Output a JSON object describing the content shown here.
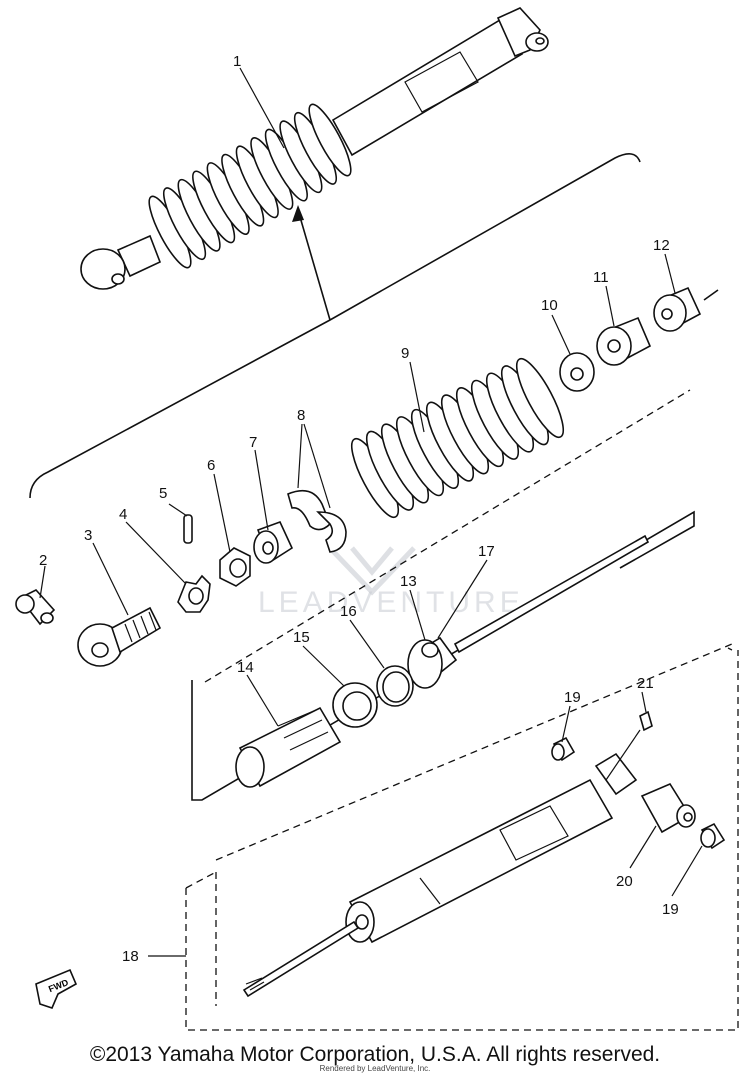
{
  "diagram": {
    "callouts": [
      {
        "id": "1",
        "label": "1"
      },
      {
        "id": "2",
        "label": "2"
      },
      {
        "id": "3",
        "label": "3"
      },
      {
        "id": "4",
        "label": "4"
      },
      {
        "id": "5",
        "label": "5"
      },
      {
        "id": "6",
        "label": "6"
      },
      {
        "id": "7",
        "label": "7"
      },
      {
        "id": "8",
        "label": "8"
      },
      {
        "id": "9",
        "label": "9"
      },
      {
        "id": "10",
        "label": "10"
      },
      {
        "id": "11",
        "label": "11"
      },
      {
        "id": "12",
        "label": "12"
      },
      {
        "id": "13",
        "label": "13"
      },
      {
        "id": "14",
        "label": "14"
      },
      {
        "id": "15",
        "label": "15"
      },
      {
        "id": "16",
        "label": "16"
      },
      {
        "id": "17",
        "label": "17"
      },
      {
        "id": "18",
        "label": "18"
      },
      {
        "id": "19a",
        "label": "19"
      },
      {
        "id": "19b",
        "label": "19"
      },
      {
        "id": "20",
        "label": "20"
      },
      {
        "id": "21",
        "label": "21"
      }
    ],
    "fwd_label": "FWD",
    "watermark": "LEADVENTURE"
  },
  "footer": {
    "copyright": "©2013 Yamaha Motor Corporation, U.S.A. All rights reserved.",
    "rendered_by": "Rendered by LeadVenture, Inc."
  }
}
